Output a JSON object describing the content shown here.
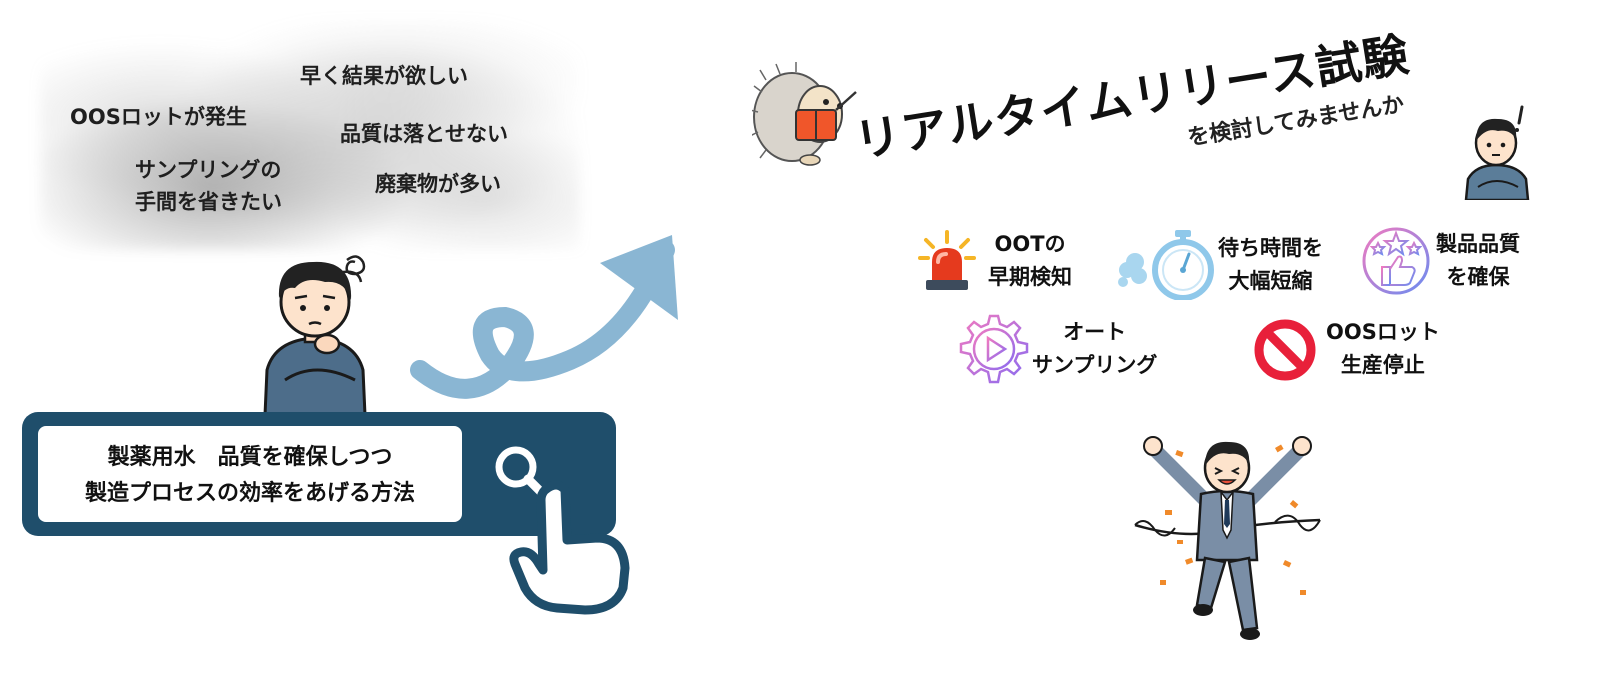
{
  "worries": [
    "早く結果が欲しい",
    "OOSロットが発生",
    "品質は落とせない",
    "サンプリングの",
    "手間を省きたい",
    "廃棄物が多い"
  ],
  "search": {
    "line1": "製薬用水　品質を確保しつつ",
    "line2": "製造プロセスの効率をあげる方法"
  },
  "title": "リアルタイムリリース試験",
  "subtitle": "を検討してみませんか",
  "benefits": {
    "oot": [
      "OOTの",
      "早期検知"
    ],
    "wait": [
      "待ち時間を",
      "大幅短縮"
    ],
    "quality": [
      "製品品質",
      "を確保"
    ],
    "auto": [
      "オート",
      "サンプリング"
    ],
    "oos": [
      "OOSロット",
      "生産停止"
    ]
  },
  "colors": {
    "search_frame": "#1f4e6b",
    "arrow": "#8ab6d3",
    "prohibit": "#e8203a",
    "siren": "#e53a1e",
    "stopwatch": "#8fc8ea",
    "gradient_start": "#f07ac0",
    "gradient_end": "#6b8cf0"
  },
  "icons": [
    "siren-icon",
    "stopwatch-icon",
    "thumbs-up-stars-icon",
    "gear-play-icon",
    "prohibit-icon",
    "search-magnifier-icon",
    "pointing-hand-icon",
    "curly-arrow-icon",
    "hedgehog-icon",
    "worried-man-icon",
    "surprised-man-icon",
    "celebrating-man-icon"
  ]
}
